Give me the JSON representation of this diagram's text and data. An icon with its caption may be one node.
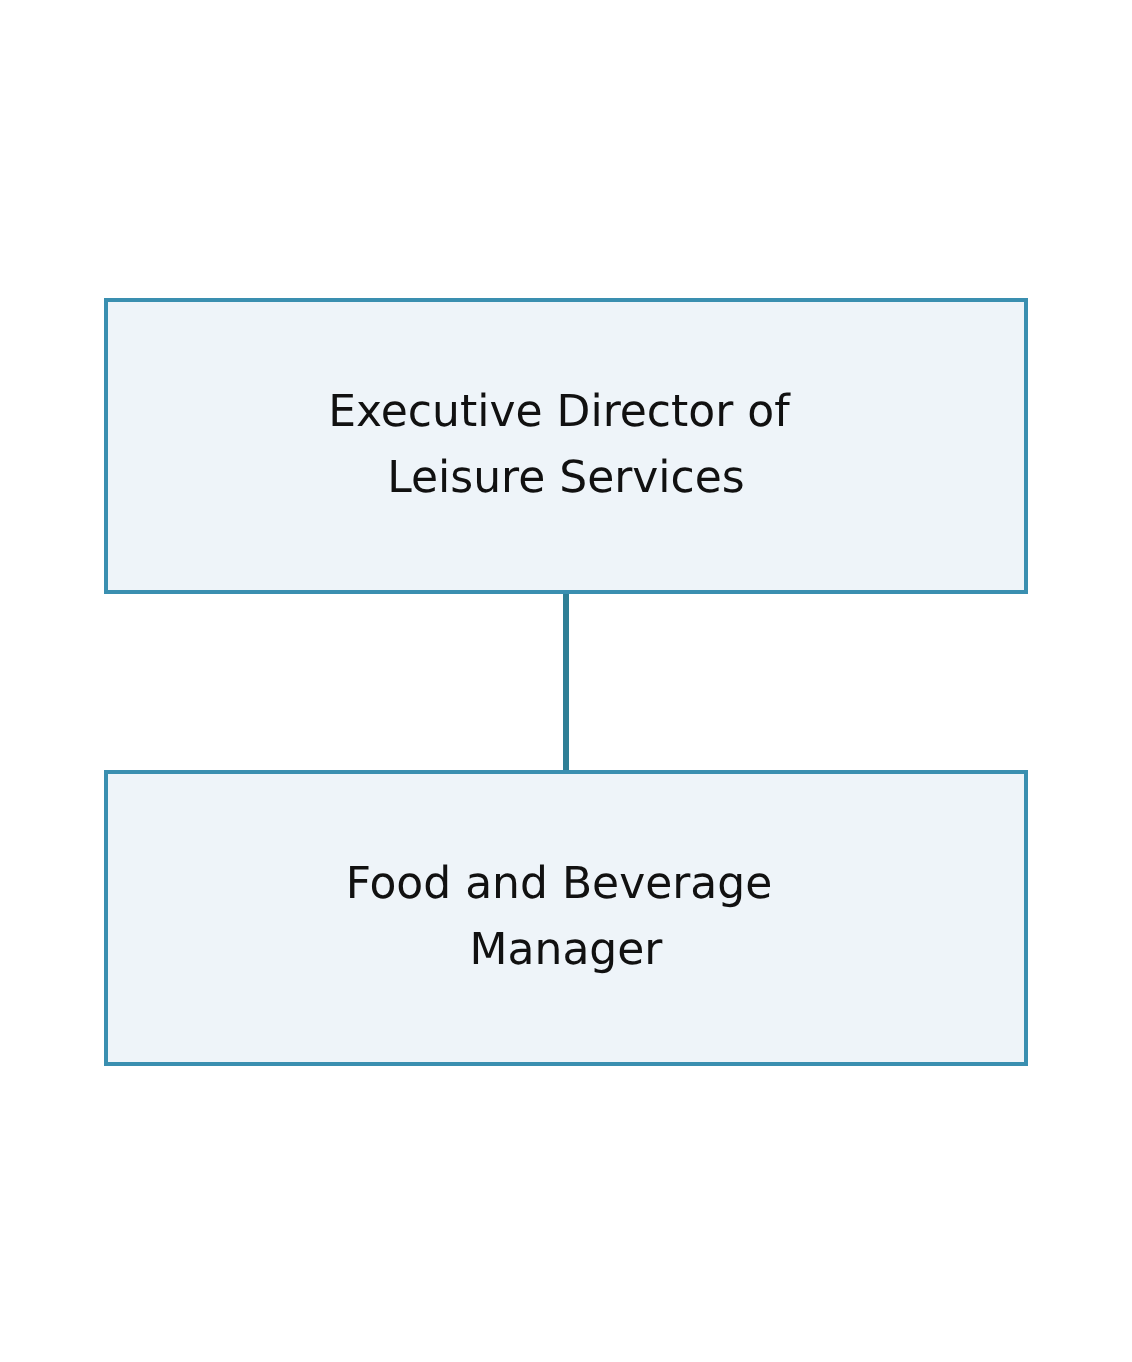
{
  "diagram": {
    "nodes": [
      {
        "text": [
          "Executive Director of Leisure Services"
        ]
      },
      {
        "text": [
          "Food and Beverage Manager"
        ]
      }
    ],
    "edges": [
      {
        "from": 0,
        "to": 1,
        "arrow": "none"
      }
    ]
  }
}
